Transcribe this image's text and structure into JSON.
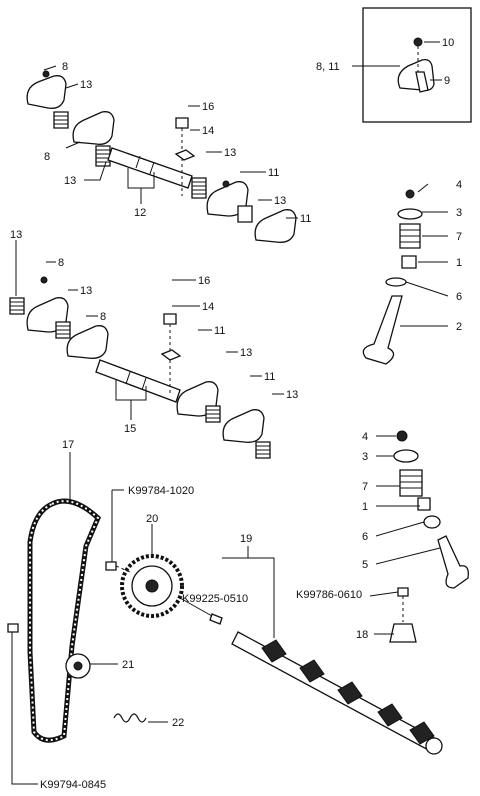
{
  "callouts": {
    "c1": "1",
    "c2": "2",
    "c3": "3",
    "c4": "4",
    "c5": "5",
    "c6": "6",
    "c7": "7",
    "c8": "8",
    "c9": "9",
    "c10": "10",
    "c11": "11",
    "c12": "12",
    "c13": "13",
    "c14": "14",
    "c15": "15",
    "c16": "16",
    "c17": "17",
    "c18": "18",
    "c19": "19",
    "c20": "20",
    "c21": "21",
    "c22": "22",
    "c811": "8, 11"
  },
  "part_numbers": {
    "p1020": "K99784-1020",
    "p0510": "K99225-0510",
    "p0610": "K99786-0610",
    "p0845": "K99794-0845"
  }
}
